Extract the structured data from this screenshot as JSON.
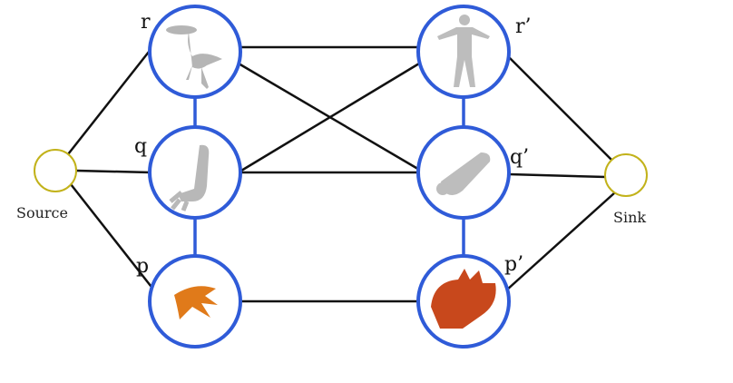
{
  "colors": {
    "node_border": "#2f5bd8",
    "terminal_border": "#c2b21a",
    "edge": "#111111",
    "gray_shape": "#b8b8b8",
    "orange_shape": "#e07a1a",
    "red_shape": "#c8481c"
  },
  "terminals": {
    "source": "Source",
    "sink": "Sink"
  },
  "nodes": {
    "left": [
      {
        "label": "r",
        "shape": "bird-model-icon"
      },
      {
        "label": "q",
        "shape": "arm-claw-model-icon"
      },
      {
        "label": "p",
        "shape": "orange-claw-model-icon"
      }
    ],
    "right": [
      {
        "label": "r’",
        "shape": "human-model-icon"
      },
      {
        "label": "q’",
        "shape": "arm-hand-model-icon"
      },
      {
        "label": "p’",
        "shape": "red-hand-model-icon"
      }
    ]
  }
}
